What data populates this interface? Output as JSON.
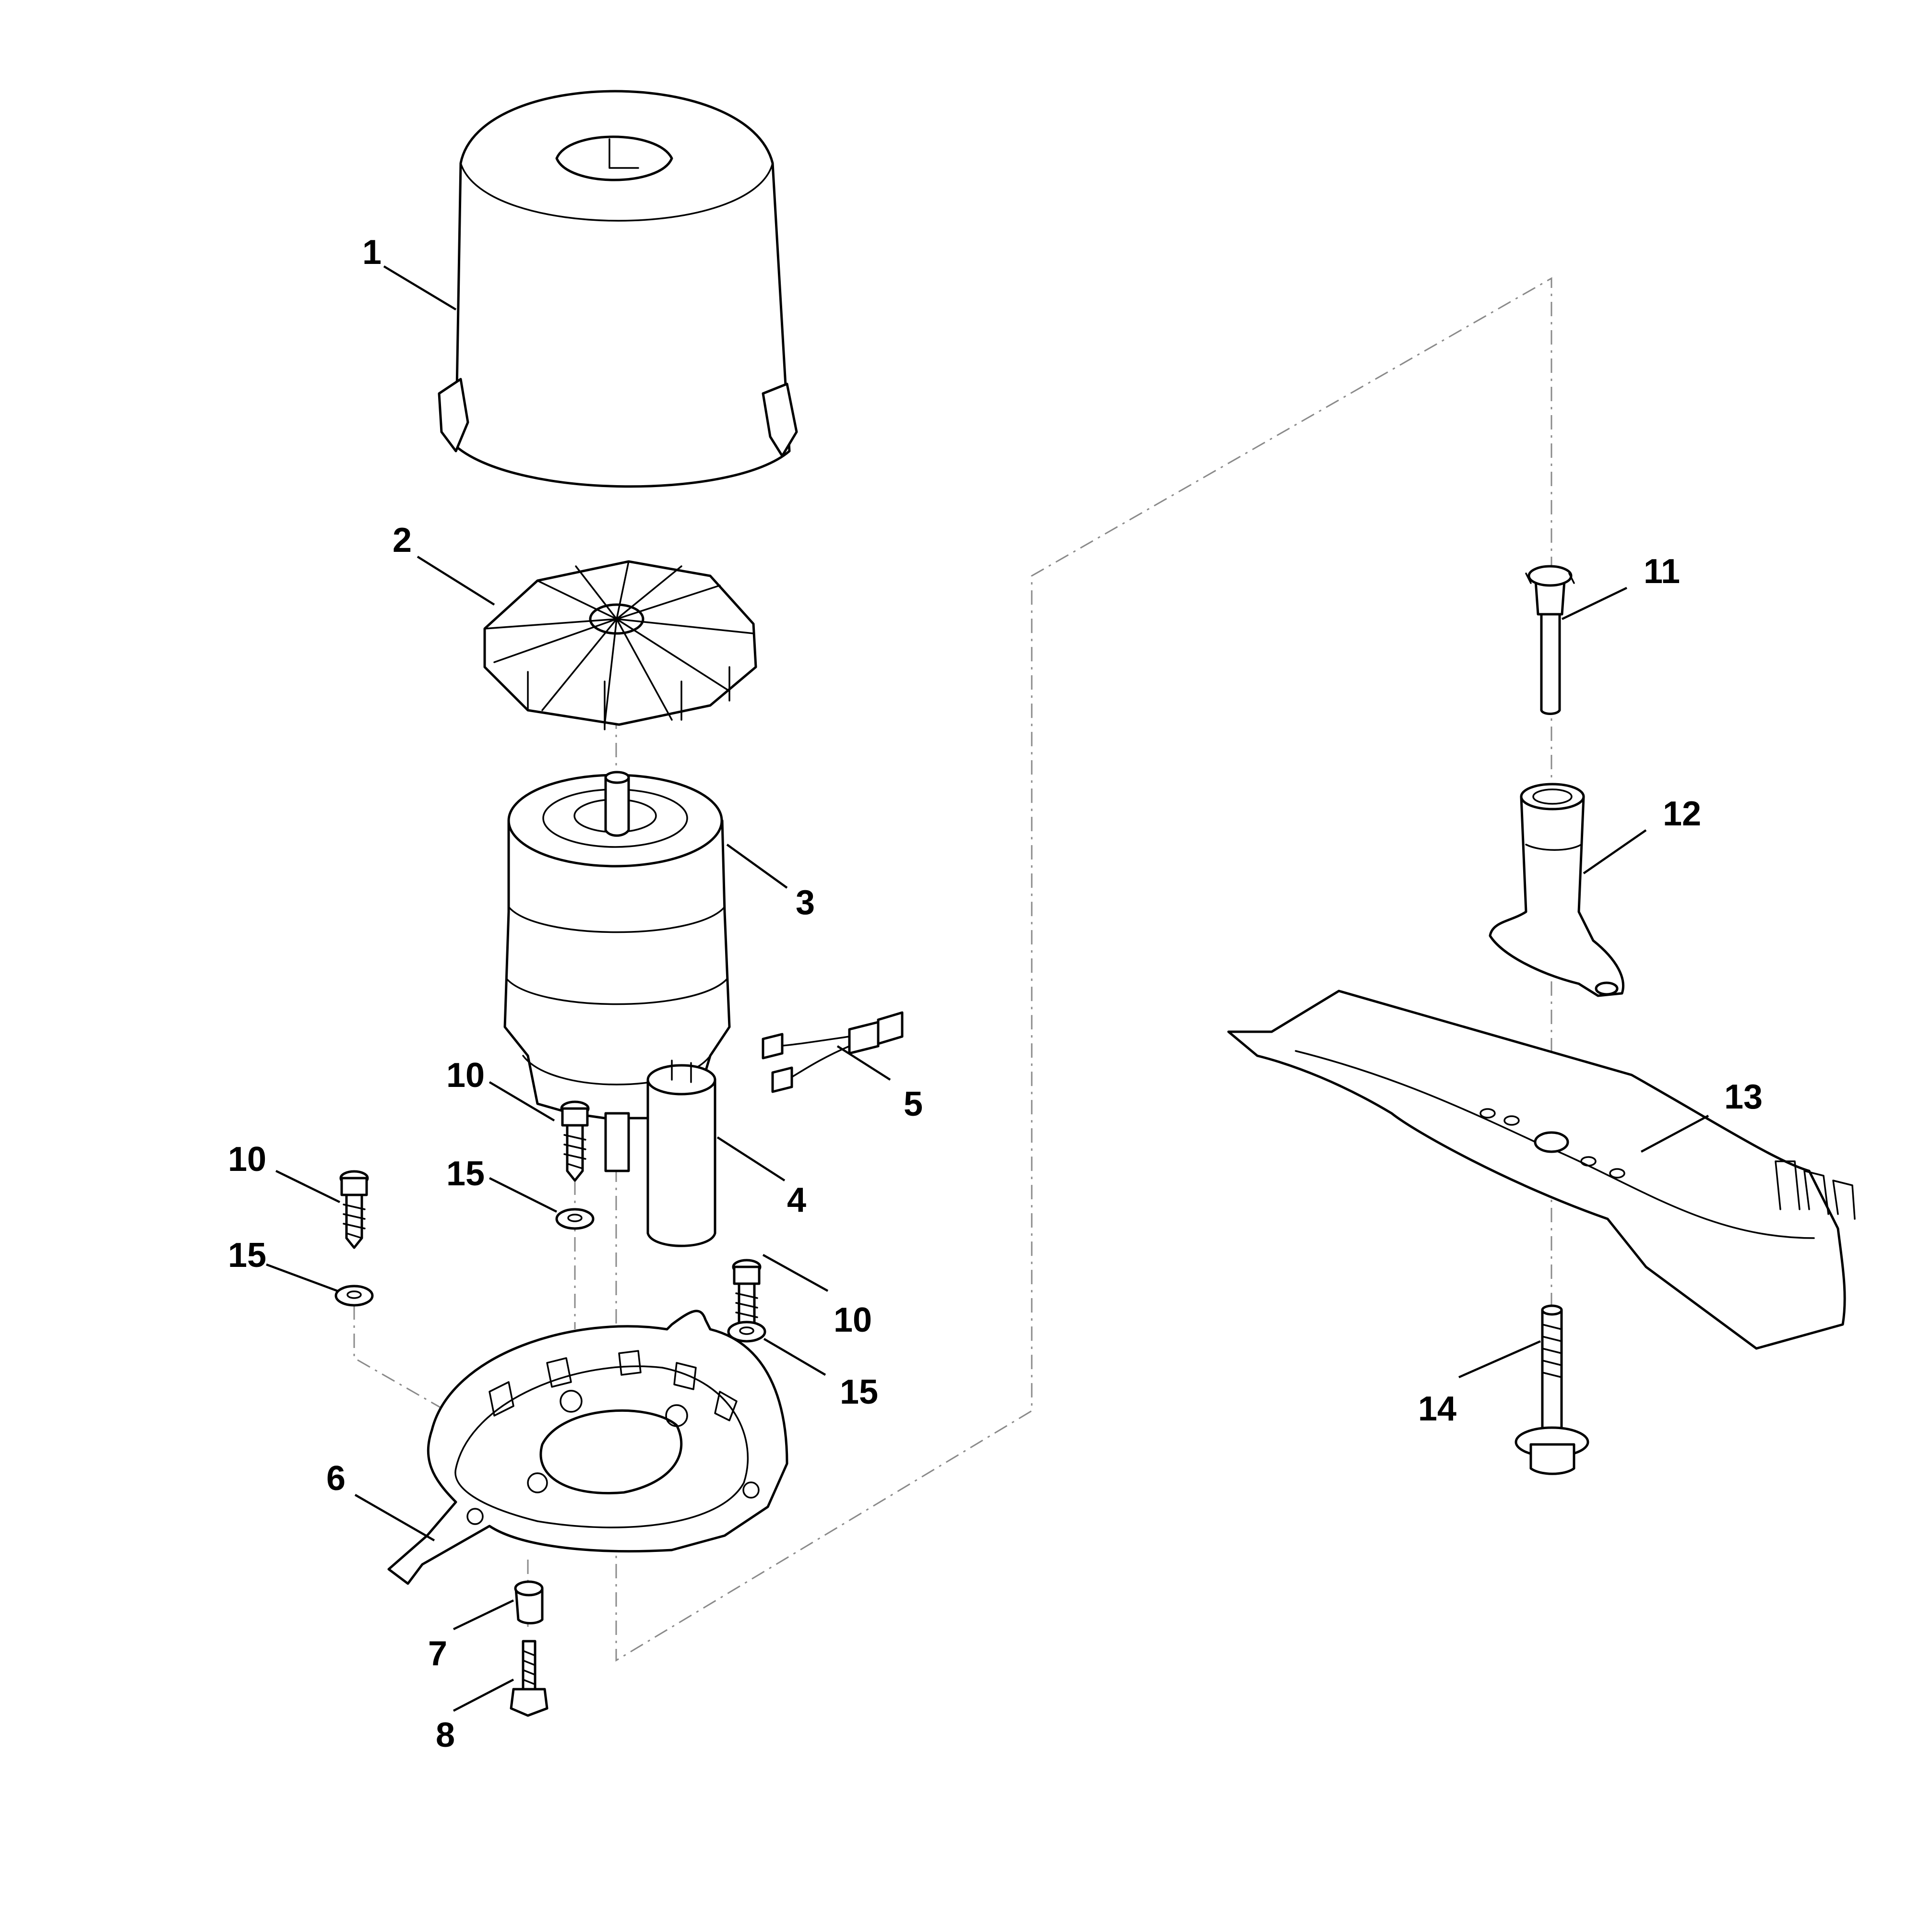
{
  "callouts": {
    "c1": "1",
    "c2": "2",
    "c3": "3",
    "c4": "4",
    "c5": "5",
    "c6": "6",
    "c7": "7",
    "c8": "8",
    "c10a": "10",
    "c10b": "10",
    "c10c": "10",
    "c11": "11",
    "c12": "12",
    "c13": "13",
    "c14": "14",
    "c15a": "15",
    "c15b": "15",
    "c15c": "15"
  }
}
